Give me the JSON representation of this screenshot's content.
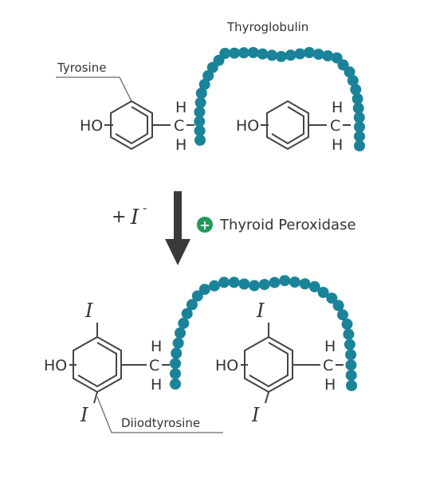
{
  "labels": {
    "thyroglobulin": "Thyroglobulin",
    "tyrosine": "Tyrosine",
    "diiodotyrosine": "Diiodtyrosine",
    "enzyme": "Thyroid Peroxidase",
    "plus_sign": "+",
    "iodide_plus": "+",
    "iodide_symbol": "I",
    "iodide_charge": "-"
  },
  "atoms": {
    "hydroxyl": "HO",
    "hydrogen": "H",
    "carbon": "C",
    "iodine": "I"
  },
  "colors": {
    "bead": "#1A8399",
    "enzyme_badge": "#1E9A55",
    "text": "#333333",
    "arrow": "#3A3A3A"
  }
}
